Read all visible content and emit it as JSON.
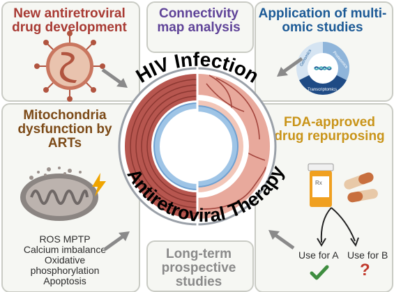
{
  "panels": {
    "top_left_title": "New antiretroviral drug development",
    "top_center_title": "Connectivity map analysis",
    "top_right_title": "Application of multi-omic studies",
    "mid_left_title": "Mitochondria dysfunction by ARTs",
    "mid_left_lines": [
      "ROS MPTP",
      "Calcium imbalance",
      "Oxidative",
      "phosphorylation",
      "Apoptosis"
    ],
    "mid_right_title": "FDA-approved drug repurposing",
    "bottom_center_title": "Long-term prospective studies",
    "use_a": "Use for A",
    "use_b": "Use for B",
    "question": "?"
  },
  "center": {
    "top_arc": "HIV Infection",
    "bottom_arc": "Antiretroviral Therapy"
  },
  "omics_badge": {
    "segments": [
      "Genomics",
      "Proteomics",
      "Transcriptomics"
    ]
  },
  "pill_label": "Rx",
  "colors": {
    "top_left": "#a83a33",
    "top_center": "#5f4398",
    "top_right": "#1c5a96",
    "mid_left": "#7c4a17",
    "mid_right": "#c99419",
    "bottom_center": "#8a8a8a",
    "check": "#3e8d3f",
    "question": "#c0392b"
  }
}
